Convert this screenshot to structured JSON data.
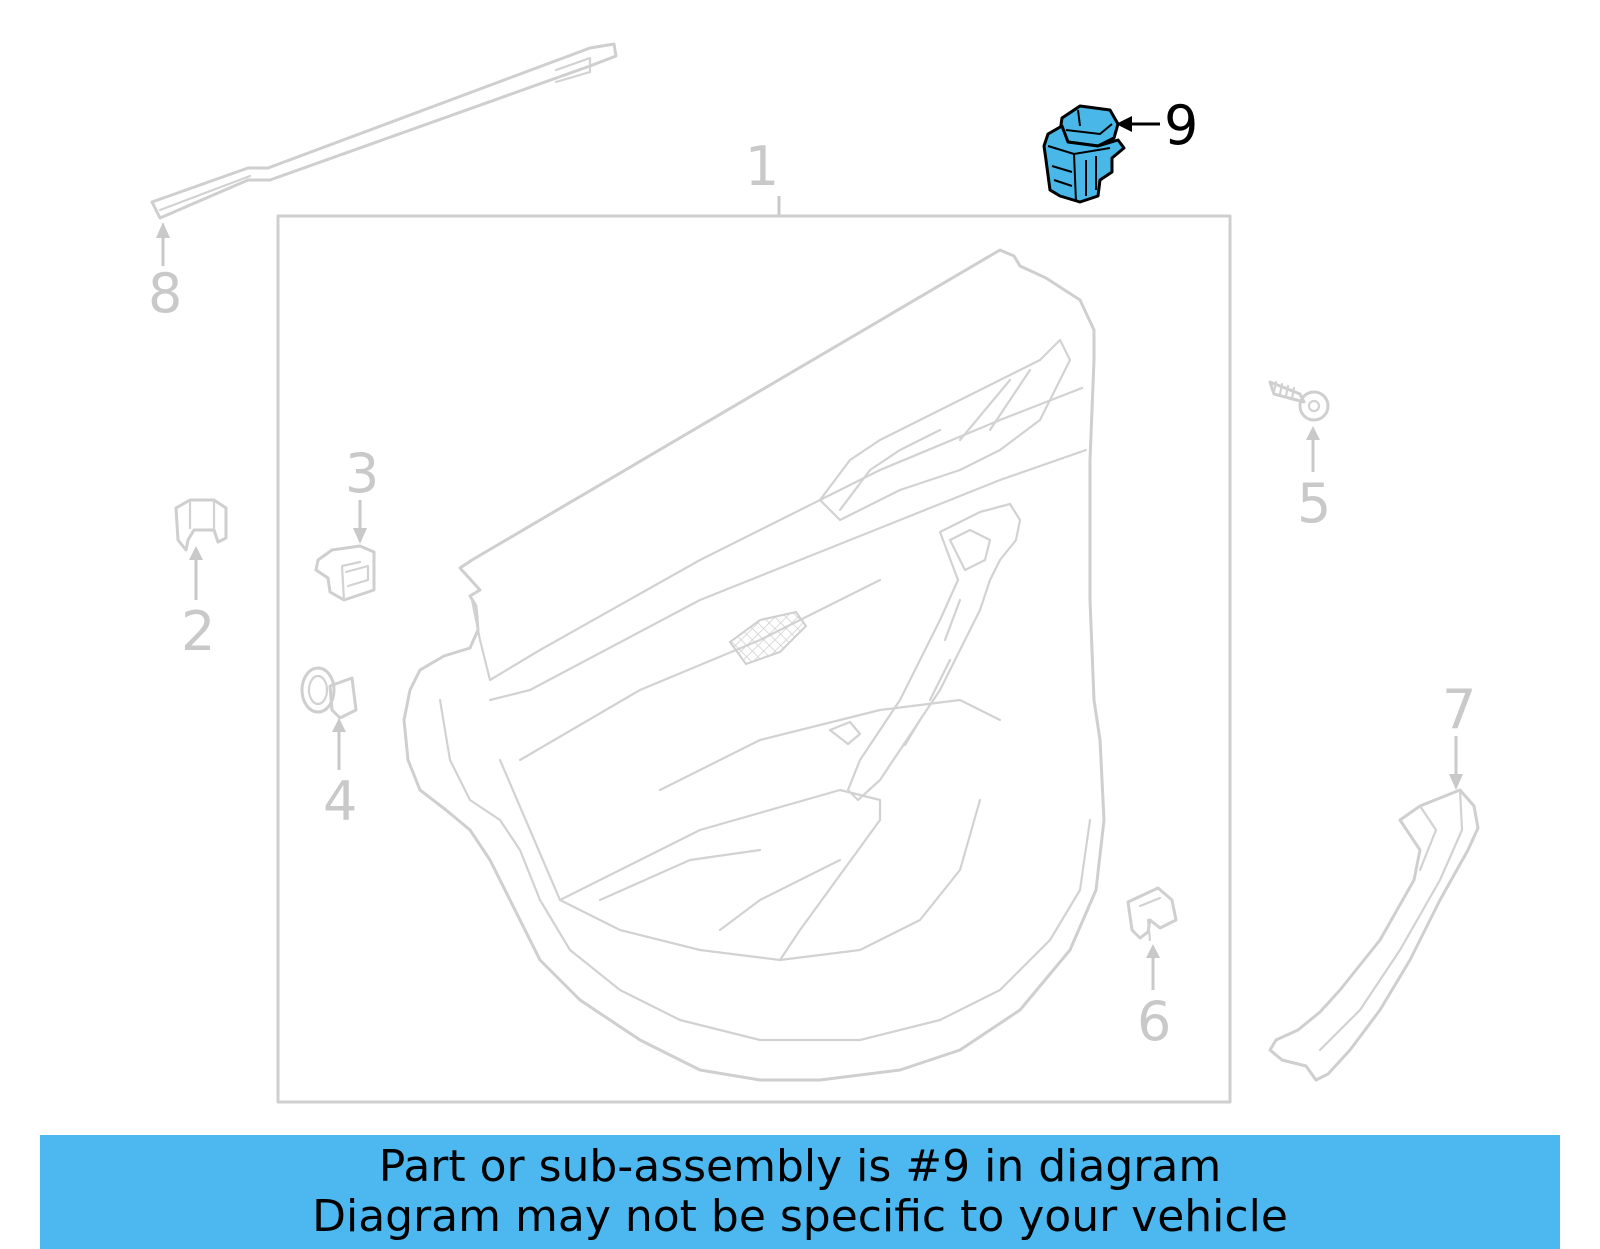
{
  "banner": {
    "line1": "Part or sub-assembly is #9 in diagram",
    "line2": "Diagram may not be specific to your vehicle",
    "color": "#4db8f0"
  },
  "callouts": {
    "c1": "1",
    "c2": "2",
    "c3": "3",
    "c4": "4",
    "c5": "5",
    "c6": "6",
    "c7": "7",
    "c8": "8",
    "c9": "9"
  },
  "highlight": {
    "part_number": "9",
    "fill_color": "#49b8e8",
    "outline_color": "#000000"
  },
  "ghost_color": "#cfcfcf"
}
